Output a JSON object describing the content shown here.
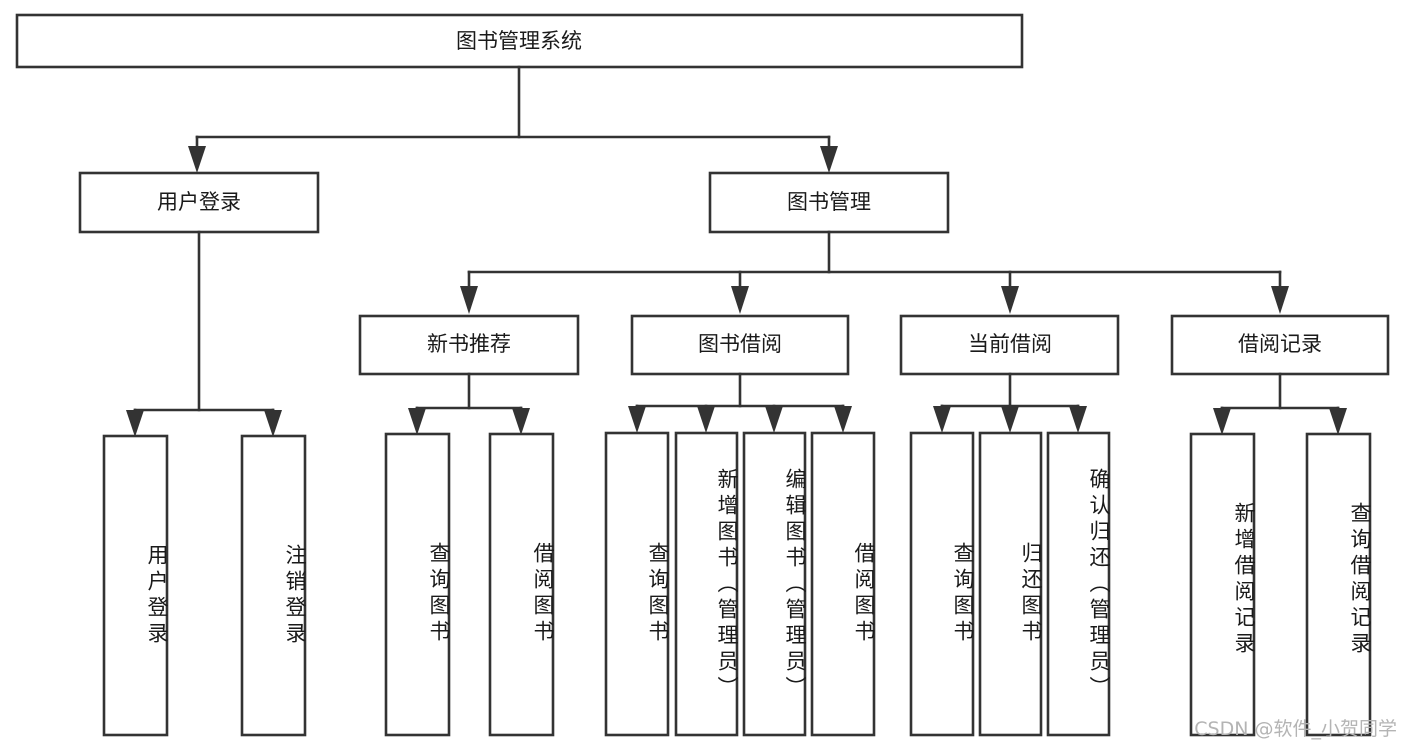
{
  "diagram": {
    "title": "图书管理系统",
    "type": "tree",
    "watermark": "CSDN @软件_小贺同学",
    "colors": {
      "box_stroke": "#333333",
      "box_fill": "#ffffff",
      "text": "#1a1a1a",
      "watermark": "#b4b4b4",
      "background": "#ffffff"
    },
    "levels": {
      "root": {
        "label": "图书管理系统"
      },
      "level2": [
        {
          "label": "用户登录"
        },
        {
          "label": "图书管理"
        }
      ],
      "level3": [
        {
          "label": "新书推荐"
        },
        {
          "label": "图书借阅"
        },
        {
          "label": "当前借阅"
        },
        {
          "label": "借阅记录"
        }
      ],
      "leaves": {
        "user_login": [
          {
            "label": "用户登录"
          },
          {
            "label": "注销登录"
          }
        ],
        "new_book_recommend": [
          {
            "label": "查询图书"
          },
          {
            "label": "借阅图书"
          }
        ],
        "book_borrow": [
          {
            "label": "查询图书"
          },
          {
            "label": "新增图书（管理员）"
          },
          {
            "label": "编辑图书（管理员）"
          },
          {
            "label": "借阅图书"
          }
        ],
        "current_borrow": [
          {
            "label": "查询图书"
          },
          {
            "label": "归还图书"
          },
          {
            "label": "确认归还（管理员）"
          }
        ],
        "borrow_record": [
          {
            "label": "新增借阅记录"
          },
          {
            "label": "查询借阅记录"
          }
        ]
      }
    }
  }
}
